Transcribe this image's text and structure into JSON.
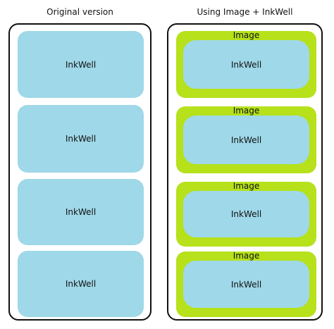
{
  "headings": {
    "left": "Original version",
    "right": "Using Image + InkWell"
  },
  "left_panel": {
    "items": [
      {
        "label": "InkWell"
      },
      {
        "label": "InkWell"
      },
      {
        "label": "InkWell"
      },
      {
        "label": "InkWell"
      }
    ]
  },
  "right_panel": {
    "items": [
      {
        "image_label": "Image",
        "inkwell_label": "InkWell"
      },
      {
        "image_label": "Image",
        "inkwell_label": "InkWell"
      },
      {
        "image_label": "Image",
        "inkwell_label": "InkWell"
      },
      {
        "image_label": "Image",
        "inkwell_label": "InkWell"
      }
    ]
  }
}
